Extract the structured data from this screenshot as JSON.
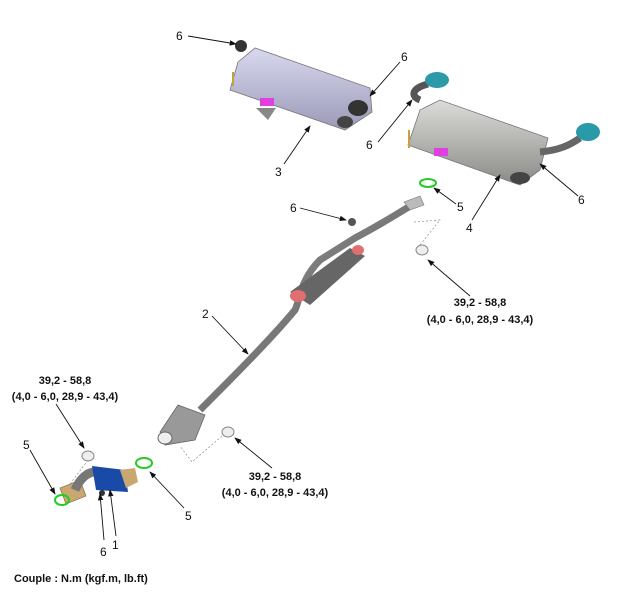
{
  "diagram": {
    "callouts": {
      "hanger_top_left": "6",
      "hanger_top_mid": "6",
      "hanger_right_tip": "6",
      "muffler_left": "3",
      "hanger_right_muffler": "6",
      "gasket_upper": "5",
      "muffler_right": "4",
      "hanger_center_pipe": "6",
      "center_pipe": "2",
      "gasket_left": "5",
      "gasket_front": "5",
      "hanger_front": "6",
      "front_pipe": "1"
    },
    "torque": {
      "right": {
        "value": "39,2 - 58,8",
        "alt": "(4,0 - 6,0, 28,9 - 43,4)"
      },
      "left": {
        "value": "39,2 - 58,8",
        "alt": "(4,0 - 6,0, 28,9 - 43,4)"
      },
      "bottom": {
        "value": "39,2 - 58,8",
        "alt": "(4,0 - 6,0, 28,9 - 43,4)"
      }
    },
    "footer": "Couple : N.m (kgf.m, lb.ft)"
  }
}
